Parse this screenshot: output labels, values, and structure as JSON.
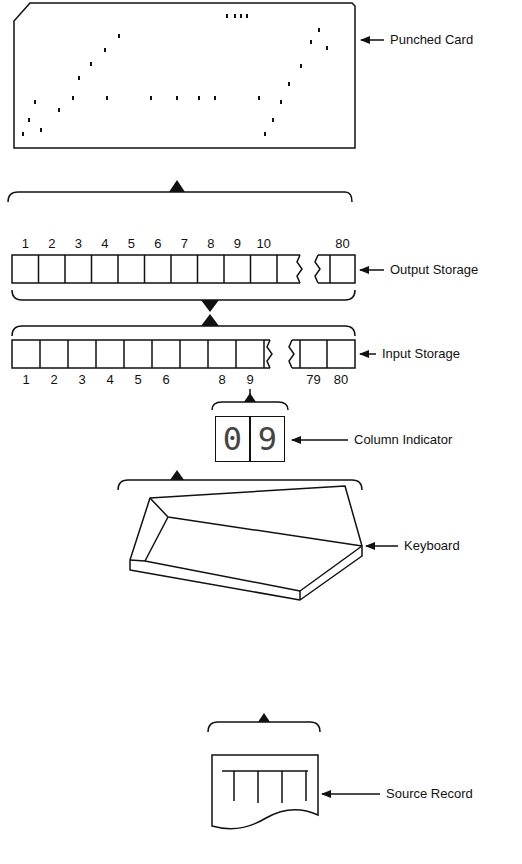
{
  "diagram": {
    "nodes": [
      {
        "text": [
          "0"
        ]
      },
      {
        "text": [
          "9"
        ]
      }
    ],
    "labels": [
      "Punched Card",
      "1",
      "2",
      "3",
      "4",
      "5",
      "6",
      "7",
      "8",
      "9",
      "10",
      "80",
      "Output Storage",
      "Input Storage",
      "1",
      "2",
      "3",
      "4",
      "5",
      "6",
      "8",
      "9",
      "79",
      "80",
      "Column Indicator",
      "Keyboard",
      "Source Record"
    ]
  }
}
